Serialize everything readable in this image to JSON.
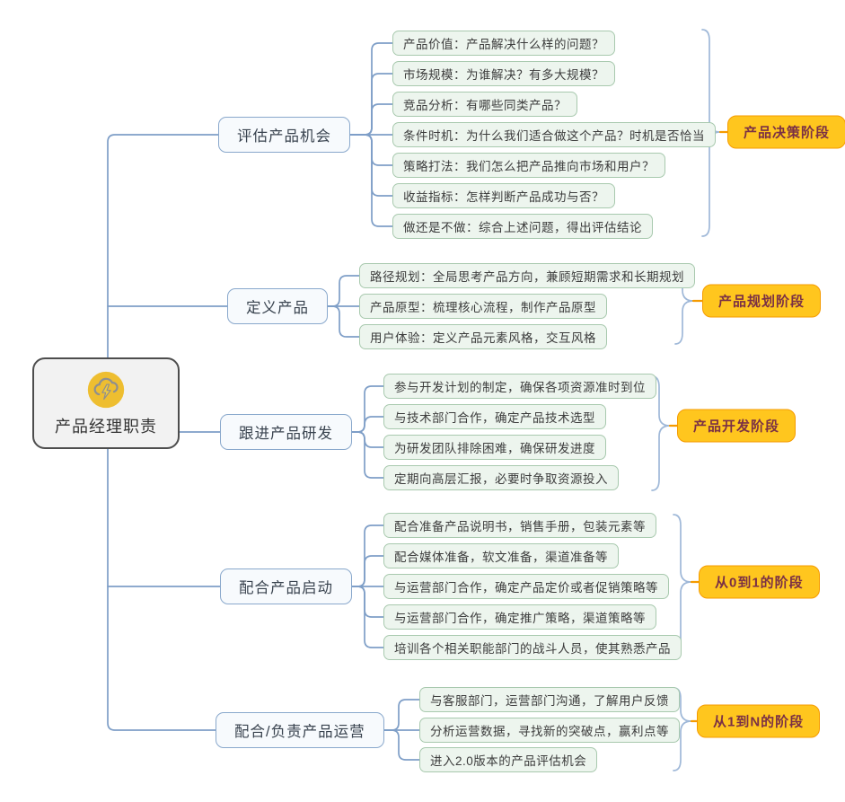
{
  "root": {
    "label": "产品经理职责",
    "icon": "cloud-lightning-icon"
  },
  "branches": [
    {
      "label": "评估产品机会",
      "stage": "产品决策阶段",
      "leaves": [
        "产品价值：产品解决什么样的问题？",
        "市场规模：为谁解决？有多大规模？",
        "竞品分析：有哪些同类产品？",
        "条件时机：为什么我们适合做这个产品？时机是否恰当",
        "策略打法：我们怎么把产品推向市场和用户？",
        "收益指标：怎样判断产品成功与否？",
        "做还是不做：综合上述问题，得出评估结论"
      ]
    },
    {
      "label": "定义产品",
      "stage": "产品规划阶段",
      "leaves": [
        "路径规划：全局思考产品方向，兼顾短期需求和长期规划",
        "产品原型：梳理核心流程，制作产品原型",
        "用户体验：定义产品元素风格，交互风格"
      ]
    },
    {
      "label": "跟进产品研发",
      "stage": "产品开发阶段",
      "leaves": [
        "参与开发计划的制定，确保各项资源准时到位",
        "与技术部门合作，确定产品技术选型",
        "为研发团队排除困难，确保研发进度",
        "定期向高层汇报，必要时争取资源投入"
      ]
    },
    {
      "label": "配合产品启动",
      "stage": "从0到1的阶段",
      "leaves": [
        "配合准备产品说明书，销售手册，包装元素等",
        "配合媒体准备，软文准备，渠道准备等",
        "与运营部门合作，确定产品定价或者促销策略等",
        "与运营部门合作，确定推广策略，渠道策略等",
        "培训各个相关职能部门的战斗人员，使其熟悉产品"
      ]
    },
    {
      "label": "配合/负责产品运营",
      "stage": "从1到N的阶段",
      "leaves": [
        "与客服部门，运营部门沟通，了解用户反馈",
        "分析运营数据，寻找新的突破点，赢利点等",
        "进入2.0版本的产品评估机会"
      ]
    }
  ],
  "colors": {
    "connector": "#7E9EC7",
    "brace": "#9FB8D8",
    "stage_fill": "#FFC61E",
    "stage_border": "#F59B00",
    "stage_text": "#7A3045",
    "leaf_fill": "#EDF5EE",
    "leaf_border": "#A8C9AE",
    "branch_fill": "#F7FAFD",
    "branch_border": "#89A8CC",
    "root_fill": "#F2F2F2",
    "root_border": "#4D4D4D",
    "icon_bg": "#EEBE30"
  }
}
